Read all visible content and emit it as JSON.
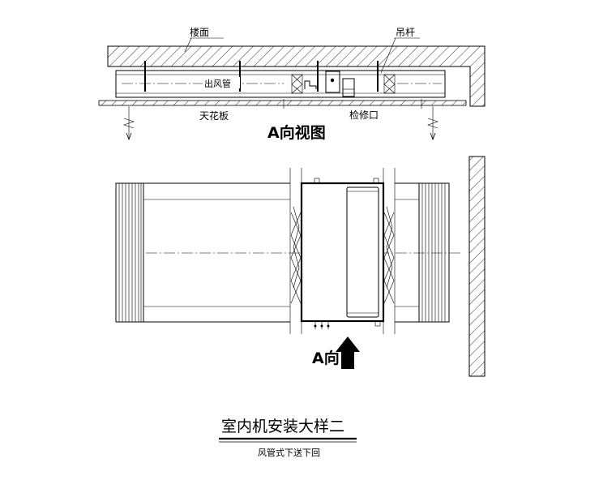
{
  "labels": {
    "floor_slab": "楼面",
    "hanger_rod": "吊杆",
    "outlet_duct": "出风管",
    "ceiling_board": "天花板",
    "access_opening": "检修口",
    "view_title": "A向视图",
    "direction_a": "A向",
    "drawing_title": "室内机安装大样二",
    "drawing_subtitle": "风管式下送下回"
  }
}
